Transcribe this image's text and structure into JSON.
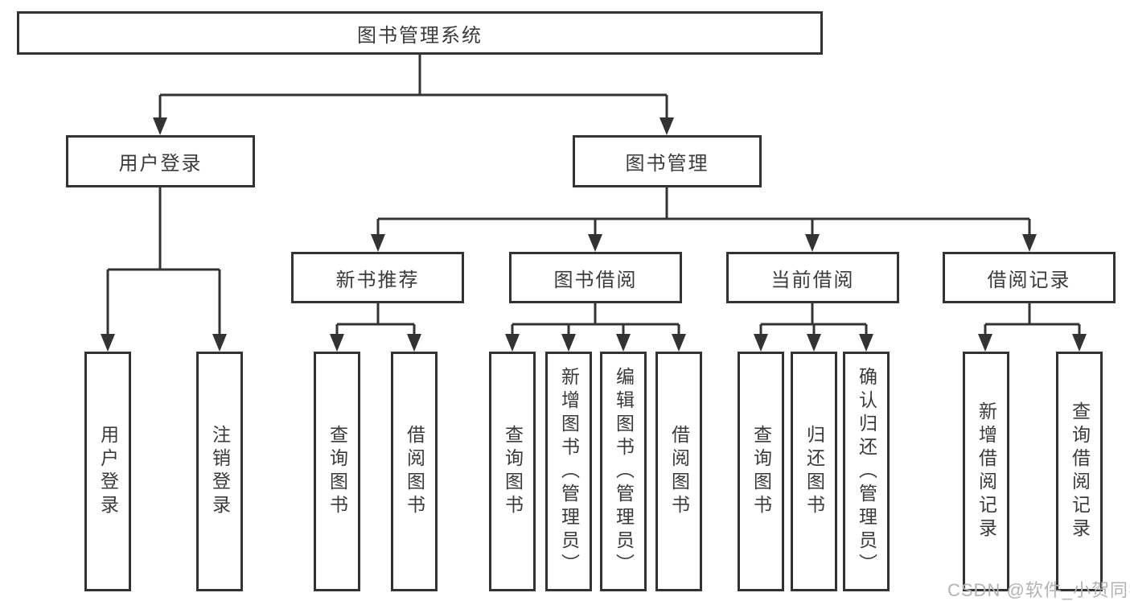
{
  "colors": {
    "line": "#333333",
    "node_border": "#333333",
    "node_text": "#3a3a3a",
    "watermark_text": "#b3b3b3",
    "background": "#ffffff"
  },
  "tree": {
    "label": "图书管理系统",
    "children": [
      {
        "label": "用户登录",
        "children": [
          {
            "label": "用户登录"
          },
          {
            "label": "注销登录"
          }
        ]
      },
      {
        "label": "图书管理",
        "children": [
          {
            "label": "新书推荐",
            "children": [
              {
                "label": "查询图书"
              },
              {
                "label": "借阅图书"
              }
            ]
          },
          {
            "label": "图书借阅",
            "children": [
              {
                "label": "查询图书"
              },
              {
                "label": "新增图书（管理员）"
              },
              {
                "label": "编辑图书（管理员）"
              },
              {
                "label": "借阅图书"
              }
            ]
          },
          {
            "label": "当前借阅",
            "children": [
              {
                "label": "查询图书"
              },
              {
                "label": "归还图书"
              },
              {
                "label": "确认归还（管理员）"
              }
            ]
          },
          {
            "label": "借阅记录",
            "children": [
              {
                "label": "新增借阅记录"
              },
              {
                "label": "查询借阅记录"
              }
            ]
          }
        ]
      }
    ]
  },
  "watermark": {
    "text": "CSDN @软件_小贺同学"
  }
}
